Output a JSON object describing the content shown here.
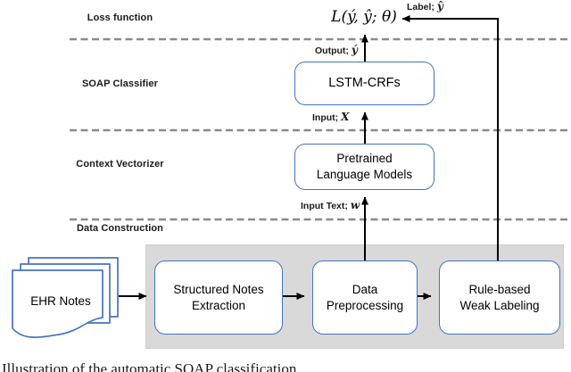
{
  "sections": {
    "loss": "Loss function",
    "classifier": "SOAP Classifier",
    "vectorizer": "Context Vectorizer",
    "construction": "Data Construction"
  },
  "formula": "L(ý, ŷ; θ)",
  "flow_labels": {
    "label_top": {
      "prefix": "Label;",
      "symbol": "ŷ"
    },
    "output": {
      "prefix": "Output;",
      "symbol": "ý"
    },
    "input": {
      "prefix": "Input;",
      "symbol": "X"
    },
    "input_text": {
      "prefix": "Input Text;",
      "symbol": "w"
    }
  },
  "nodes": {
    "lstm_crfs": "LSTM-CRFs",
    "pretrained_lm": "Pretrained\nLanguage Models",
    "structured_notes": "Structured Notes\nExtraction",
    "data_preprocessing": "Data\nPreprocessing",
    "weak_labeling": "Rule-based\nWeak Labeling",
    "ehr_notes": "EHR Notes"
  },
  "caption": "Illustration of the automatic SOAP classification",
  "colors": {
    "box_border": "#4472C4",
    "container_fill": "#D9D9D9",
    "dashed_divider": "#8a8a8a",
    "line": "#000000"
  }
}
